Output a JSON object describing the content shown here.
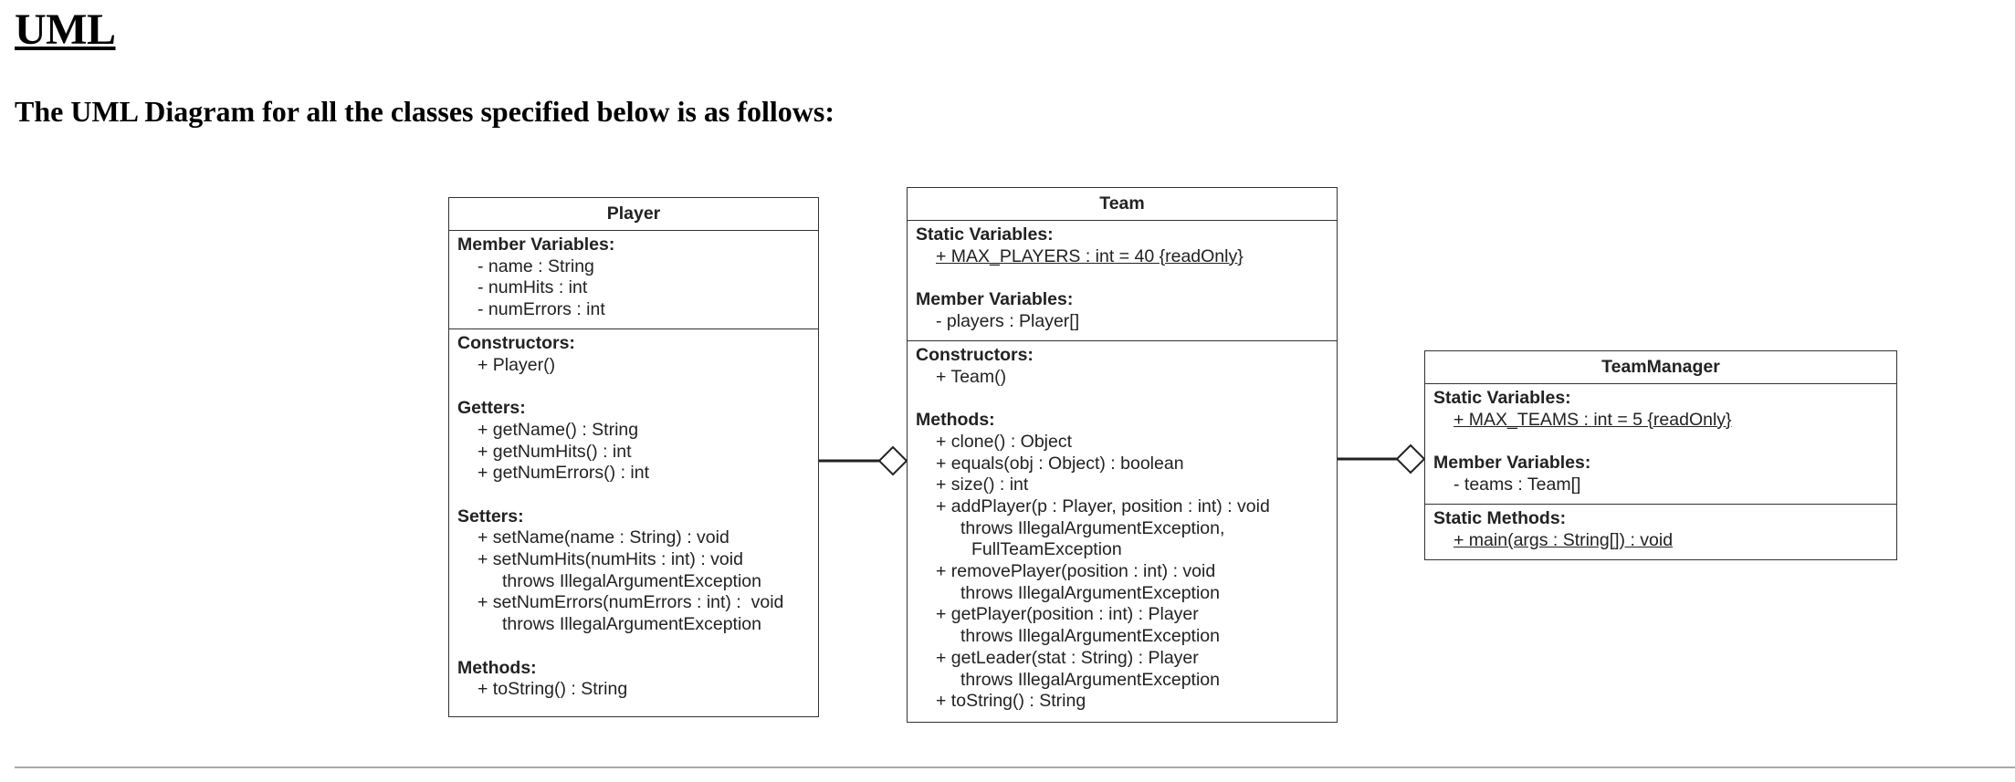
{
  "page": {
    "title": "UML",
    "subtitle": "The UML Diagram for all the classes specified below is as follows:"
  },
  "classes": {
    "player": {
      "name": "Player",
      "member_label": "Member Variables:",
      "members": [
        "- name : String",
        "- numHits : int",
        "- numErrors : int"
      ],
      "constructors_label": "Constructors:",
      "constructors": [
        "+ Player()"
      ],
      "getters_label": "Getters:",
      "getters": [
        "+ getName() : String",
        "+ getNumHits() : int",
        "+ getNumErrors() : int"
      ],
      "setters_label": "Setters:",
      "setters": [
        "+ setName(name : String) : void",
        "+ setNumHits(numHits : int) : void",
        "throws IllegalArgumentException",
        "+ setNumErrors(numErrors : int) :  void",
        "throws IllegalArgumentException"
      ],
      "methods_label": "Methods:",
      "methods": [
        "+ toString() : String"
      ]
    },
    "team": {
      "name": "Team",
      "static_label": "Static Variables:",
      "statics": [
        "+ MAX_PLAYERS : int = 40 {readOnly}"
      ],
      "member_label": "Member Variables:",
      "members": [
        "- players : Player[]"
      ],
      "constructors_label": "Constructors:",
      "constructors": [
        "+ Team()"
      ],
      "methods_label": "Methods:",
      "methods": [
        "+ clone() : Object",
        "+ equals(obj : Object) : boolean",
        "+ size() : int",
        "+ addPlayer(p : Player, position : int) : void",
        "throws IllegalArgumentException,",
        "FullTeamException",
        "+ removePlayer(position : int) : void",
        "throws IllegalArgumentException",
        "+ getPlayer(position : int) : Player",
        "throws IllegalArgumentException",
        "+ getLeader(stat : String) : Player",
        "throws IllegalArgumentException",
        "+ toString() : String"
      ]
    },
    "teammanager": {
      "name": "TeamManager",
      "static_label": "Static Variables:",
      "statics": [
        "+ MAX_TEAMS : int = 5 {readOnly}"
      ],
      "member_label": "Member Variables:",
      "members": [
        "- teams : Team[]"
      ],
      "static_methods_label": "Static Methods:",
      "static_methods": [
        "+ main(args : String[]) : void"
      ]
    }
  },
  "relationships": [
    {
      "type": "aggregation",
      "from": "Player",
      "to": "Team"
    },
    {
      "type": "aggregation",
      "from": "Team",
      "to": "TeamManager"
    }
  ]
}
